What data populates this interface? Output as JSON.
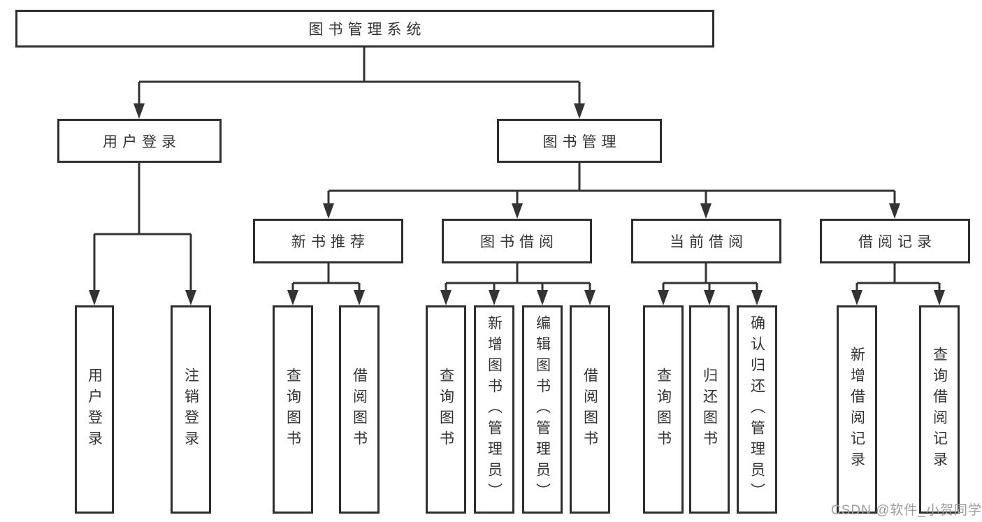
{
  "tree": {
    "label": "图书管理系统",
    "children": [
      {
        "label": "用户登录",
        "children": [
          {
            "label": "用户登录"
          },
          {
            "label": "注销登录"
          }
        ]
      },
      {
        "label": "图书管理",
        "children": [
          {
            "label": "新书推荐",
            "children": [
              {
                "label": "查询图书"
              },
              {
                "label": "借阅图书"
              }
            ]
          },
          {
            "label": "图书借阅",
            "children": [
              {
                "label": "查询图书"
              },
              {
                "label": "新增图书（管理员）"
              },
              {
                "label": "编辑图书（管理员）"
              },
              {
                "label": "借阅图书"
              }
            ]
          },
          {
            "label": "当前借阅",
            "children": [
              {
                "label": "查询图书"
              },
              {
                "label": "归还图书"
              },
              {
                "label": "确认归还（管理员）"
              }
            ]
          },
          {
            "label": "借阅记录",
            "children": [
              {
                "label": "新增借阅记录"
              },
              {
                "label": "查询借阅记录"
              }
            ]
          }
        ]
      }
    ]
  },
  "watermark": {
    "text": "CSDN @软件_小贺同学"
  },
  "colors": {
    "line": "#333333",
    "box_border": "#2e2e2e",
    "text": "#333333",
    "watermark": "#9e9e9e",
    "background": "#ffffff"
  }
}
